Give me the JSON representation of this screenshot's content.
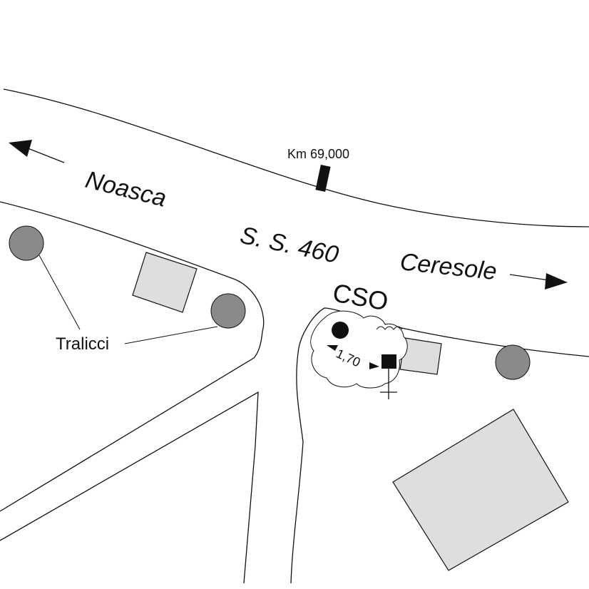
{
  "map": {
    "road_name": "S. S. 460",
    "direction_left": "Noasca",
    "direction_right": "Ceresole",
    "km_marker": "Km 69,000",
    "site_label": "CSO",
    "distance_label": "1,70",
    "pylon_label": "Tralicci"
  },
  "colors": {
    "line": "#111111",
    "pylon_fill": "#8a8a8a",
    "building_fill": "#dedede",
    "background": "#ffffff"
  },
  "icons": {
    "arrow_left": "arrow-left-icon",
    "arrow_right": "arrow-right-icon",
    "pylon": "pylon-circle-icon",
    "station": "station-marker-icon",
    "antenna": "antenna-icon"
  }
}
